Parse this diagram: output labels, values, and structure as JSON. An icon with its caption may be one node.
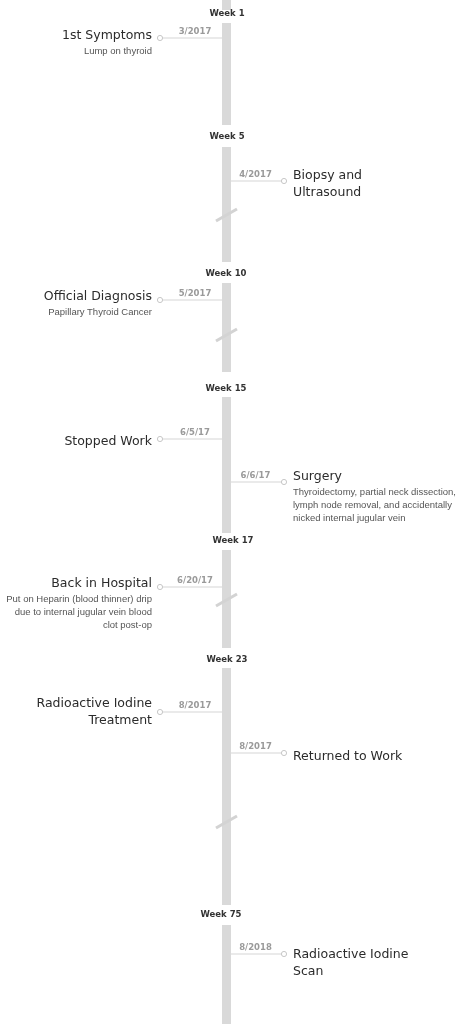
{
  "diagram": {
    "nodes": [
      {
        "text": [],
        "shape": "bar"
      },
      {
        "text": [],
        "shape": "bar"
      },
      {
        "text": [
          "1st Symptoms",
          "Lump on thyroid"
        ]
      },
      {
        "text": [],
        "shape": "bar"
      },
      {
        "text": [
          "Biopsy and Ultrasound"
        ]
      },
      {
        "text": [],
        "shape": "bar"
      },
      {
        "text": [
          "Official Diagnosis",
          "Papillary Thyroid Cancer"
        ]
      },
      {
        "text": [],
        "shape": "bar"
      },
      {
        "text": [
          "Stopped Work"
        ]
      },
      {
        "text": [
          "Surgery",
          "Thyroidectomy, partial neck dissection, lymph node removal, and accidentally nicked internal jugular vein"
        ]
      },
      {
        "text": [],
        "shape": "bar"
      },
      {
        "text": [
          "Back in Hospital",
          "Put on Heparin (blood thinner) drip due to internal jugular vein blood clot post-op"
        ]
      },
      {
        "text": [],
        "shape": "bar"
      },
      {
        "text": [
          "Radioactive Iodine Treatment"
        ]
      },
      {
        "text": [
          "Returned to Work"
        ]
      },
      {
        "text": [],
        "shape": "bar"
      },
      {
        "text": [
          "Radioactive Iodine Scan"
        ]
      }
    ],
    "edges": [
      {
        "from": 2,
        "to": 1,
        "arrow": "other",
        "label": "3/2017"
      },
      {
        "from": 4,
        "to": 3,
        "arrow": "other",
        "label": "4/2017"
      },
      {
        "from": 6,
        "to": 5,
        "arrow": "other",
        "label": "5/2017"
      },
      {
        "from": 8,
        "to": 7,
        "arrow": "other",
        "label": "6/5/17"
      },
      {
        "from": 9,
        "to": 7,
        "arrow": "other",
        "label": "6/6/17"
      },
      {
        "from": 11,
        "to": 10,
        "arrow": "other",
        "label": "6/20/17"
      },
      {
        "from": 13,
        "to": 12,
        "arrow": "other",
        "label": "8/2017"
      },
      {
        "from": 14,
        "to": 12,
        "arrow": "other",
        "label": "8/2017"
      },
      {
        "from": 16,
        "to": 15,
        "arrow": "other",
        "label": "8/2018"
      }
    ],
    "labels": [
      "Week 1",
      "Week 5",
      "Week 10",
      "Week 15",
      "Week 17",
      "Week 23",
      "Week 75"
    ]
  }
}
